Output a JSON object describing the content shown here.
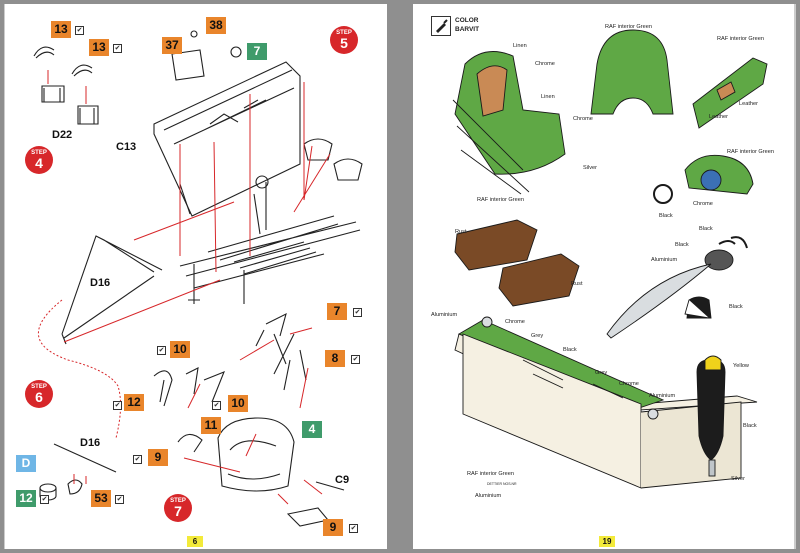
{
  "left_page": {
    "page_number": "6",
    "steps": [
      {
        "word": "STEP",
        "number": "4"
      },
      {
        "word": "STEP",
        "number": "5"
      },
      {
        "word": "STEP",
        "number": "6"
      },
      {
        "word": "STEP",
        "number": "7"
      }
    ],
    "part_labels": {
      "d22": "D22",
      "c13": "C13",
      "d16_a": "D16",
      "d16_b": "D16",
      "c9": "C9"
    },
    "tags": {
      "t13a": "13",
      "t13b": "13",
      "t38": "38",
      "t37": "37",
      "t7a": "7",
      "t7b": "7",
      "t10a": "10",
      "t8": "8",
      "t12a": "12",
      "t10b": "10",
      "t11": "11",
      "t4": "4",
      "t9a": "9",
      "t9b": "9",
      "tD": "D",
      "t12b": "12",
      "t53": "53"
    },
    "check_mark": "✔"
  },
  "right_page": {
    "page_number": "19",
    "legend": {
      "title": "COLOR",
      "brand": "BARVIT"
    },
    "colors": {
      "interior_green": "#5fa845",
      "rust": "#7a4a26",
      "chrome": "#bfc5c9",
      "leather": "#c98a55",
      "aluminium": "#d9dde0",
      "yellow": "#f0d21b",
      "black": "#1c1c1c"
    },
    "labels": {
      "linen1": "Linen",
      "chrome1": "Chrome",
      "linen2": "Linen",
      "chrome2": "Chrome",
      "silver1": "Silver",
      "raf1": "RAF interior Green",
      "raf2": "RAF interior Green",
      "raf3": "RAF interior Green",
      "leather1": "Leather",
      "leather2": "Leather",
      "raf4": "RAF interior Green",
      "black1": "Black",
      "chrome3": "Chrome",
      "rust1": "Rust",
      "rust2": "Rust",
      "black2": "Black",
      "black3": "Black",
      "aluminium1": "Aluminium",
      "black4": "Black",
      "aluminium2": "Aluminium",
      "chrome4": "Chrome",
      "grey1": "Grey",
      "black5": "Black",
      "grey2": "Grey",
      "chrome5": "Chrome",
      "aluminium3": "Aluminium",
      "yellow1": "Yellow",
      "black6": "Black",
      "raf5": "RAF interior Green",
      "aluminium4": "Aluminium",
      "silver2": "Silver",
      "decal": "DETTIER NOS.NR"
    }
  }
}
